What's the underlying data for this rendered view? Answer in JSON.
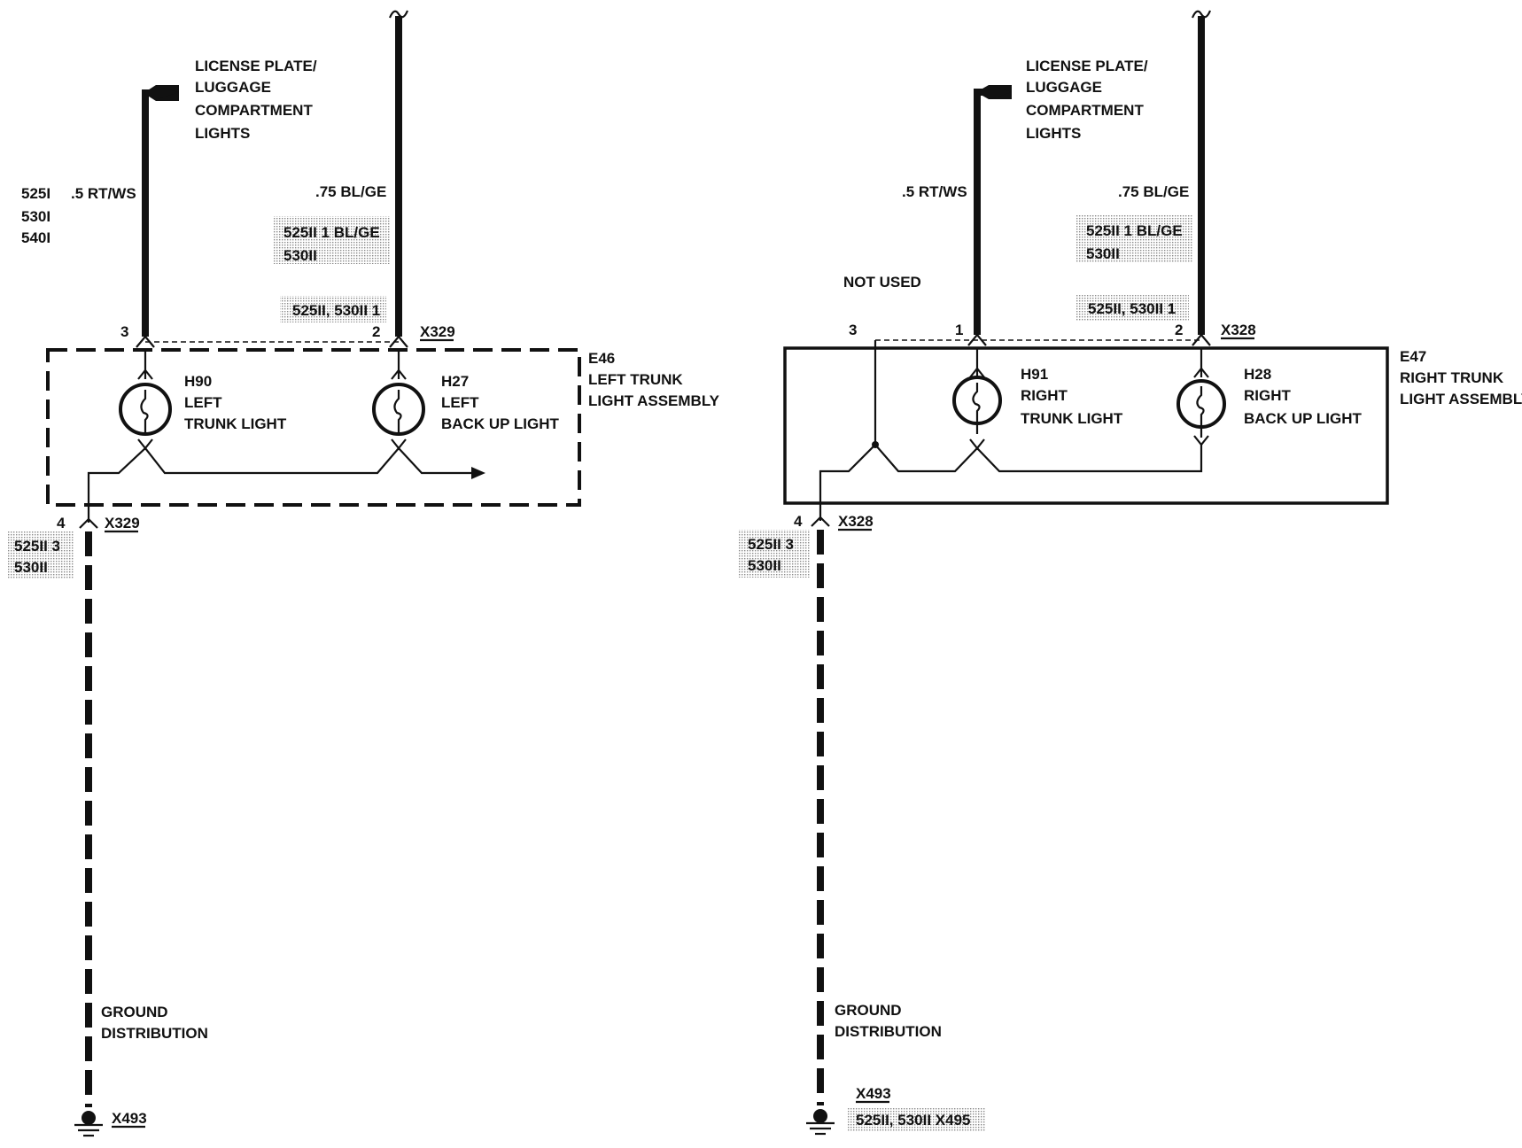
{
  "left": {
    "source_label": [
      "LICENSE PLATE/",
      "LUGGAGE",
      "COMPARTMENT",
      "LIGHTS"
    ],
    "models": [
      "525I",
      "530I",
      "540I"
    ],
    "wire_rtws": ".5 RT/WS",
    "wire_blge": ".75 BL/GE",
    "alt_wire_line1": "525II  1 BL/GE",
    "alt_wire_line2": "530II",
    "alt_pin": "525II, 530II 1",
    "pin_3": "3",
    "pin_2": "2",
    "connector_top": "X329",
    "assembly_id": "E46",
    "assembly_name": [
      "LEFT TRUNK",
      "LIGHT ASSEMBLY"
    ],
    "lamp1": [
      "H90",
      "LEFT",
      "TRUNK LIGHT"
    ],
    "lamp2": [
      "H27",
      "LEFT",
      "BACK UP LIGHT"
    ],
    "pin_4": "4",
    "connector_bottom": "X329",
    "alt_ground_line1": "525II  3",
    "alt_ground_line2": "530II",
    "ground_label": [
      "GROUND",
      "DISTRIBUTION"
    ],
    "ground_point": "X493"
  },
  "right": {
    "source_label": [
      "LICENSE PLATE/",
      "LUGGAGE",
      "COMPARTMENT",
      "LIGHTS"
    ],
    "wire_rtws": ".5 RT/WS",
    "wire_blge": ".75 BL/GE",
    "alt_wire_line1": "525II  1 BL/GE",
    "alt_wire_line2": "530II",
    "not_used": "NOT USED",
    "alt_pin": "525II, 530II  1",
    "pin_3": "3",
    "pin_1": "1",
    "pin_2": "2",
    "connector_top": "X328",
    "assembly_id": "E47",
    "assembly_name": [
      "RIGHT TRUNK",
      "LIGHT ASSEMBLY"
    ],
    "lamp1": [
      "H91",
      "RIGHT",
      "TRUNK LIGHT"
    ],
    "lamp2": [
      "H28",
      "RIGHT",
      "BACK UP LIGHT"
    ],
    "pin_4": "4",
    "connector_bottom": "X328",
    "alt_ground_line1": "525II  3",
    "alt_ground_line2": "530II",
    "ground_label": [
      "GROUND",
      "DISTRIBUTION"
    ],
    "ground_point": "X493",
    "alt_ground_point": "525II, 530II   X495"
  }
}
